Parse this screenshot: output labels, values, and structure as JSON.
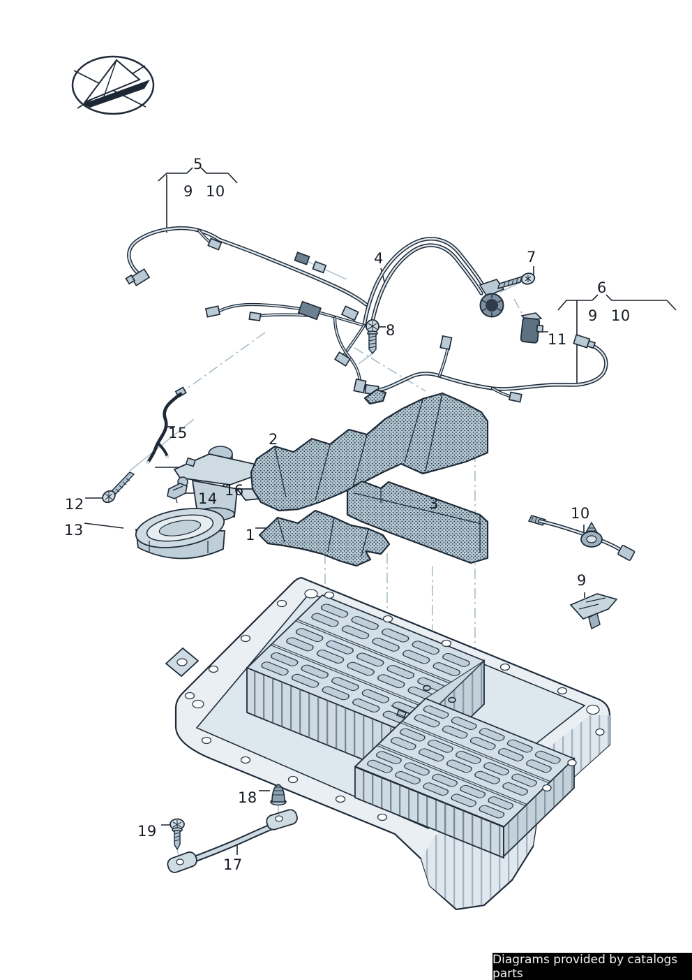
{
  "page": {
    "background": "#ffffff"
  },
  "logo": {
    "name": "catalogs-parts-logo"
  },
  "diagram": {
    "title": "Battery assembly exploded parts diagram",
    "callouts": [
      {
        "label": "5"
      },
      {
        "label": "9"
      },
      {
        "label": "10"
      },
      {
        "label": "4"
      },
      {
        "label": "7"
      },
      {
        "label": "6"
      },
      {
        "label": "9"
      },
      {
        "label": "10"
      },
      {
        "label": "8"
      },
      {
        "label": "11"
      },
      {
        "label": "15"
      },
      {
        "label": "2"
      },
      {
        "label": "16"
      },
      {
        "label": "14"
      },
      {
        "label": "12"
      },
      {
        "label": "13"
      },
      {
        "label": "1"
      },
      {
        "label": "3"
      },
      {
        "label": "10"
      },
      {
        "label": "9"
      },
      {
        "label": "18"
      },
      {
        "label": "19"
      },
      {
        "label": "17"
      }
    ],
    "colors": {
      "outline": "#1f2b39",
      "part_fill": "#c6d4dd",
      "part_fill_light": "#e3ebf1",
      "foam_fill": "#b7cad5",
      "leader": "#a8bec9",
      "label": "#161c23"
    }
  },
  "footer": {
    "text": "Diagrams provided by catalogs parts",
    "background": "#000000",
    "text_color": "#f2f2f2"
  }
}
